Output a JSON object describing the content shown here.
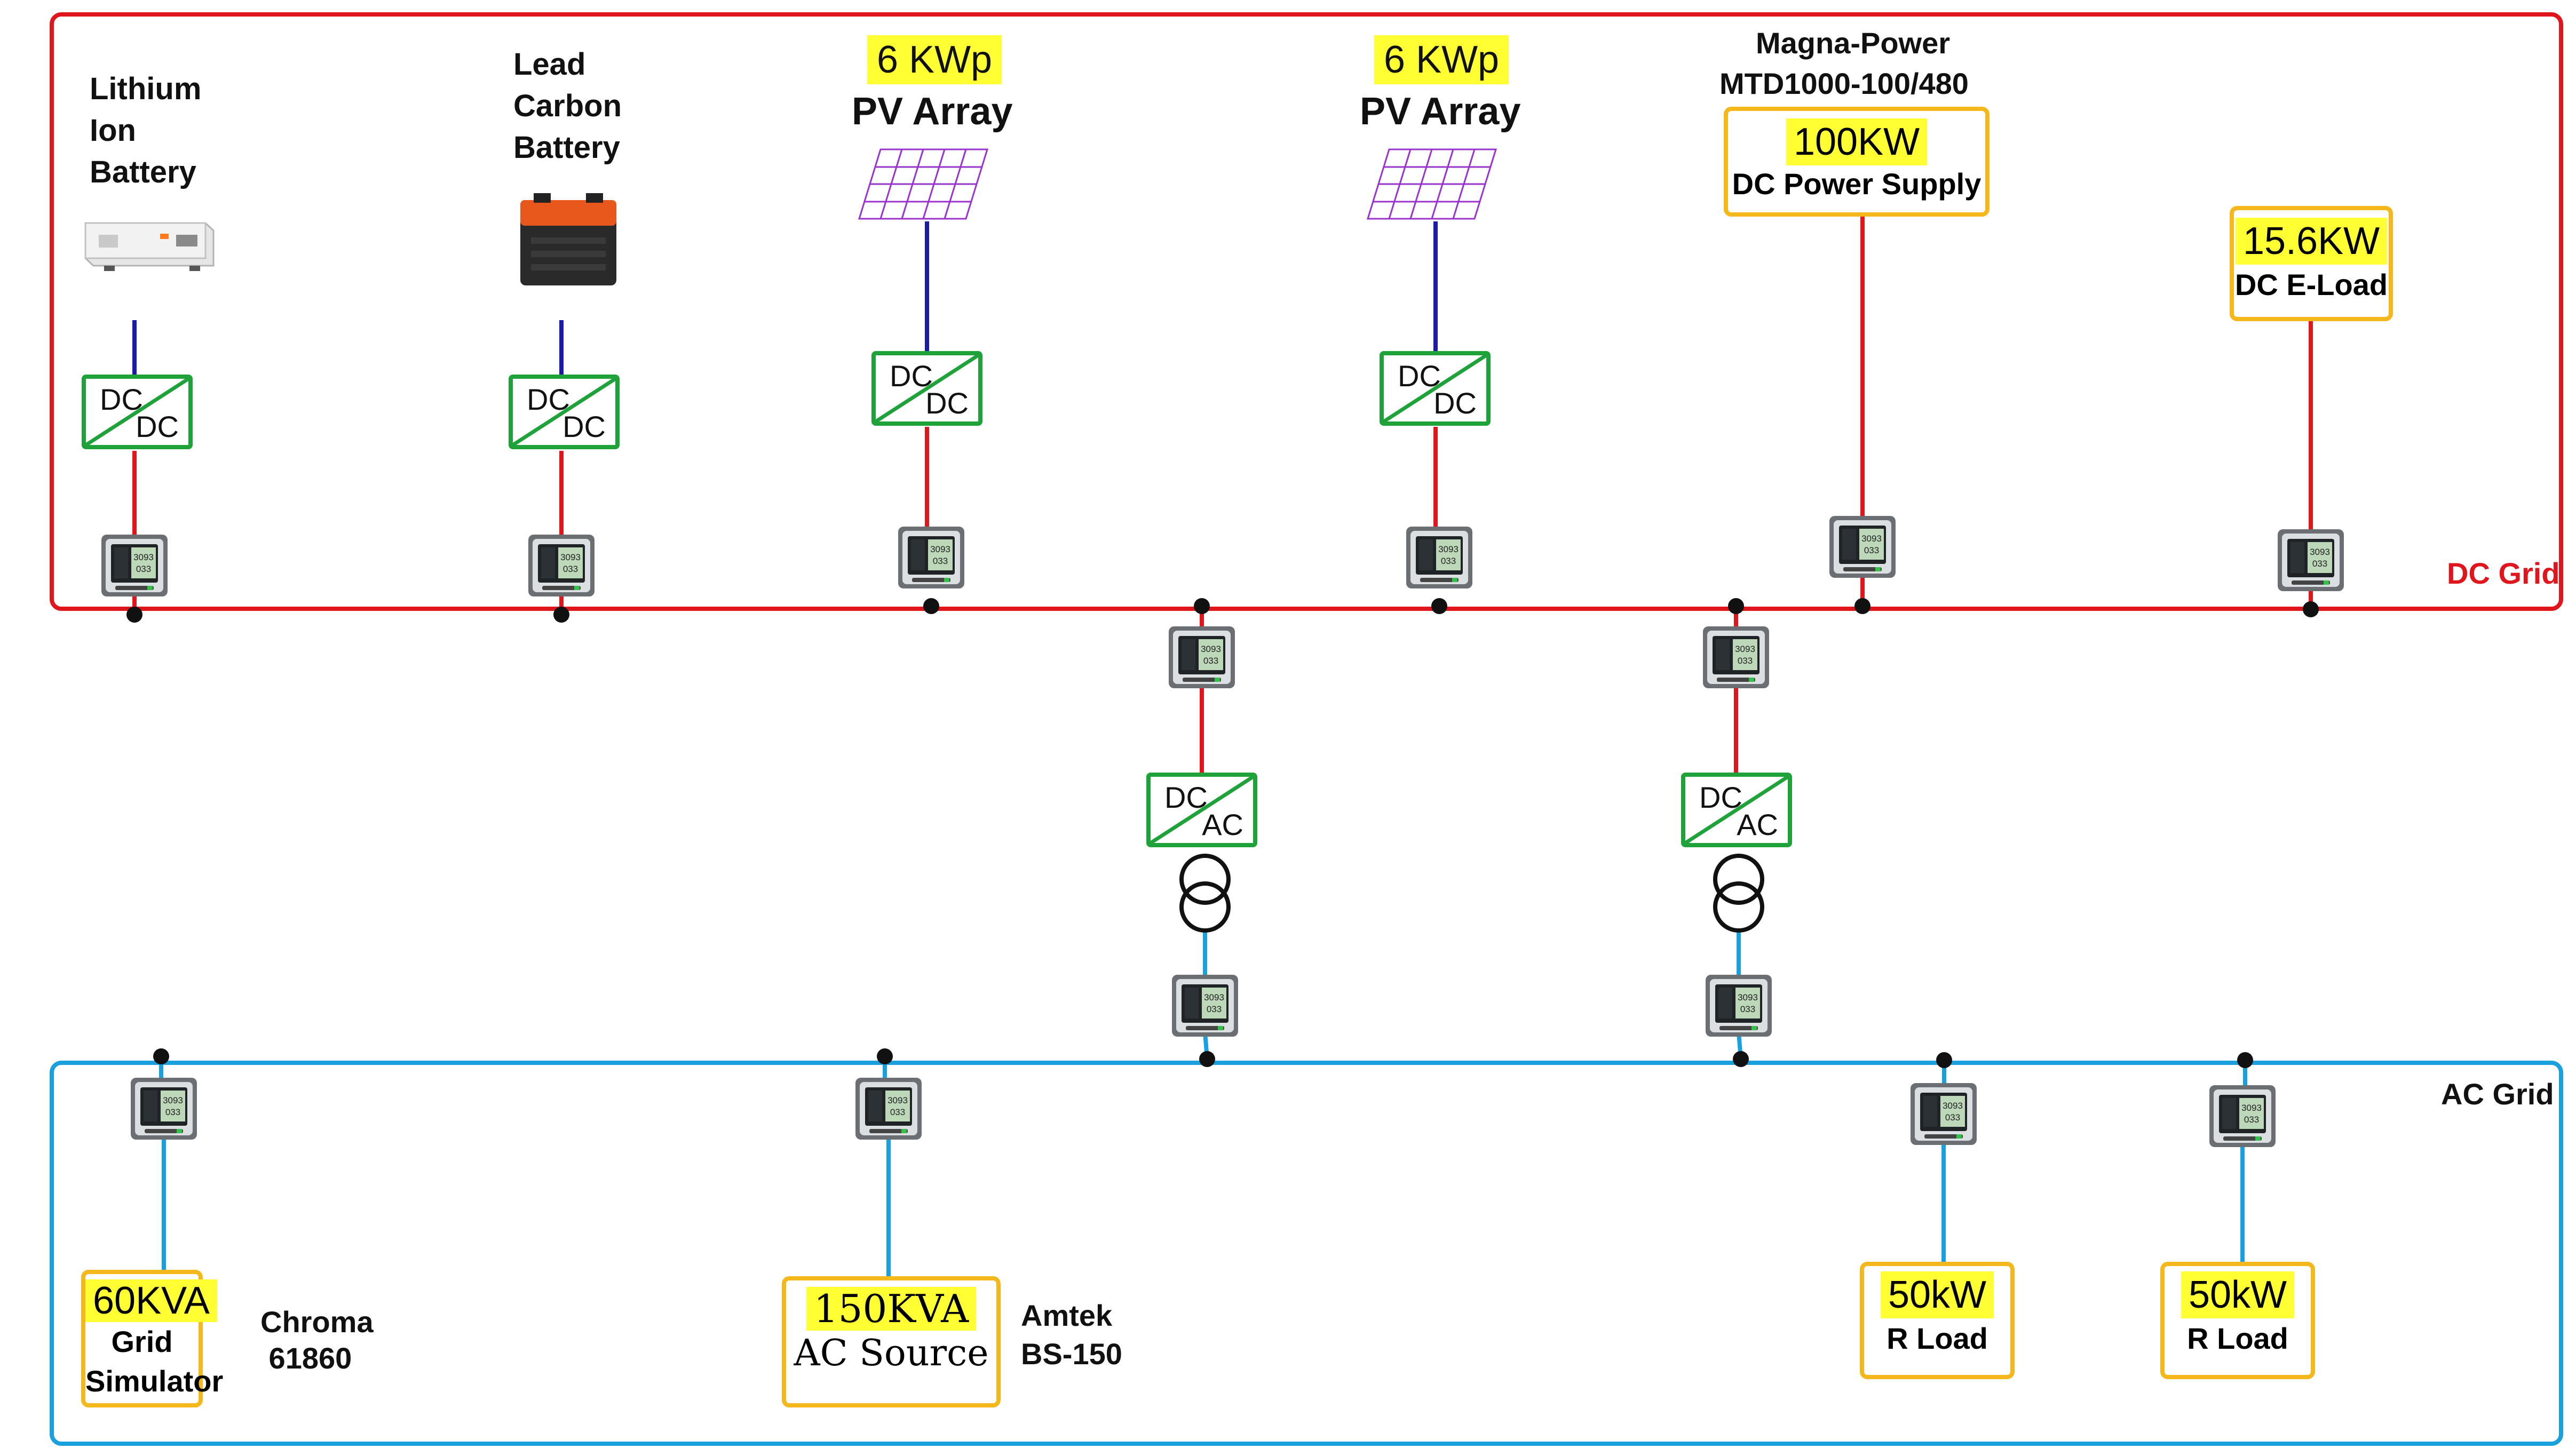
{
  "grids": {
    "dc_label": "DC Grid",
    "ac_label": "AC Grid",
    "dc_color": "#e0161d",
    "ac_color": "#1aa0dd"
  },
  "sources": {
    "lithium": "Lithium\nIon\nBattery",
    "lead": "Lead\nCarbon\nBattery",
    "pv1_rating": "6 KWp",
    "pv1_title": "PV Array",
    "pv2_rating": "6 KWp",
    "pv2_title": "PV Array",
    "psu_maker": "Magna-Power",
    "psu_model": "MTD1000-100/480",
    "psu_rating": "100KW",
    "psu_title": "DC Power Supply",
    "eload_rating": "15.6KW",
    "eload_title": "DC E-Load"
  },
  "converters": {
    "dcdc_in": "DC",
    "dcdc_out": "DC",
    "dcac_in": "DC",
    "dcac_out": "AC"
  },
  "ac_devices": {
    "gridsim_rating": "60KVA",
    "gridsim_title": "Grid\nSimulator",
    "gridsim_maker": "Chroma\n 61860",
    "acsource_rating": "150KVA",
    "acsource_title": "AC Source",
    "acsource_maker": "Amtek\nBS-150",
    "rload1_rating": "50kW",
    "rload1_title": "R Load",
    "rload2_rating": "50kW",
    "rload2_title": "R Load"
  },
  "meter": {
    "reading1": "3093",
    "reading2": "033"
  },
  "icons": {
    "battery_li": "rack-battery-icon",
    "battery_pb": "lead-carbon-battery-icon",
    "pv": "solar-panel-icon",
    "meter": "power-meter-icon",
    "transformer": "transformer-icon"
  }
}
